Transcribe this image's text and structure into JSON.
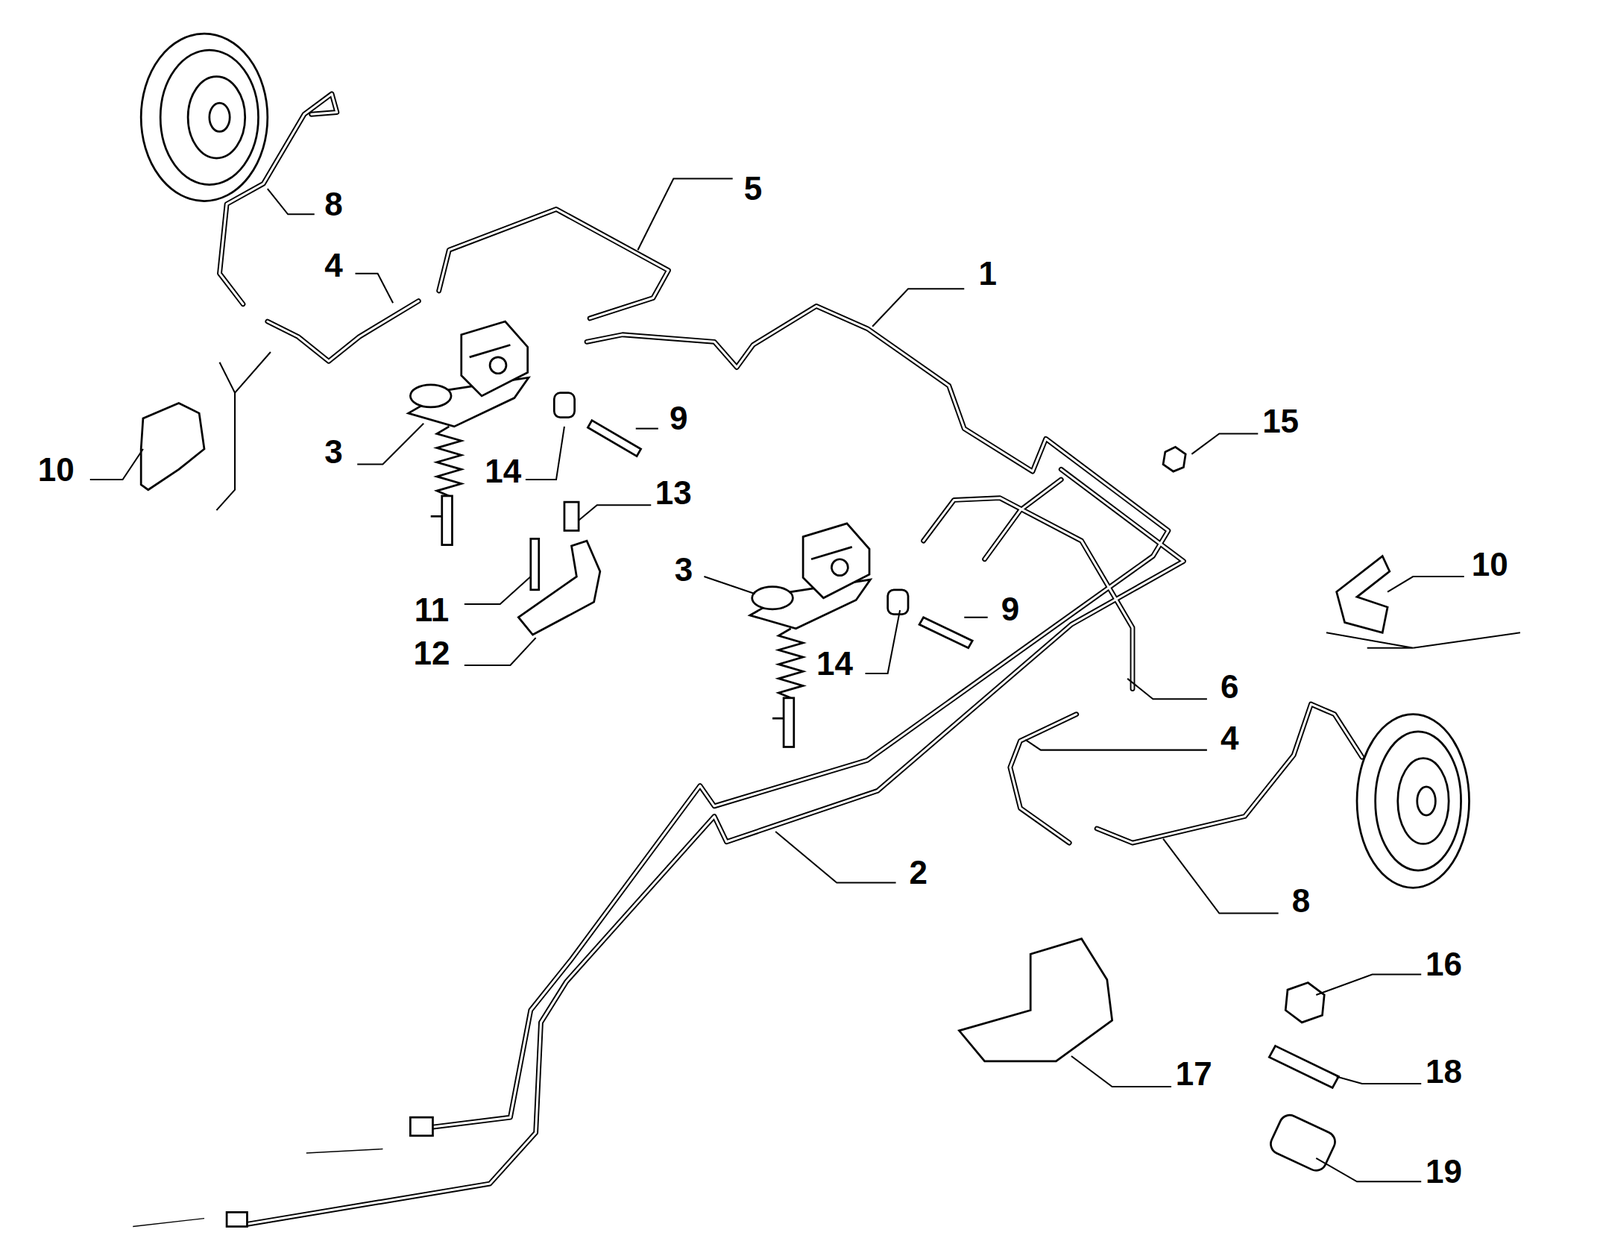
{
  "diagram": {
    "labels": [
      "8",
      "5",
      "4",
      "1",
      "10",
      "3",
      "9",
      "15",
      "14",
      "13",
      "11",
      "3",
      "10",
      "9",
      "12",
      "14",
      "6",
      "4",
      "2",
      "8",
      "16",
      "17",
      "18",
      "19"
    ]
  }
}
